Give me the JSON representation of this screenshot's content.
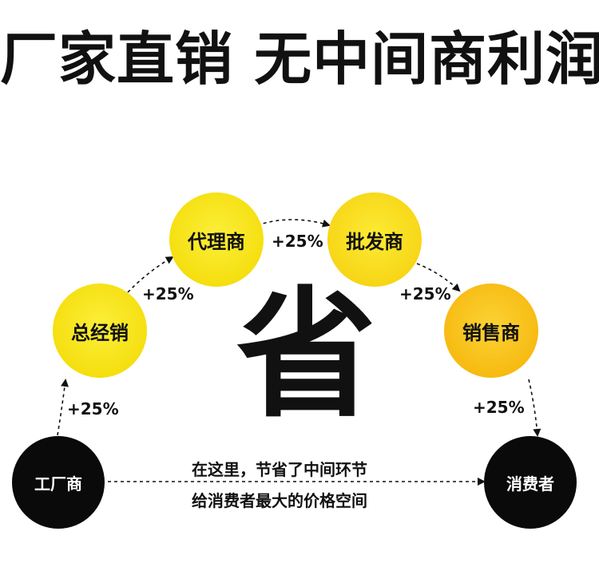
{
  "title": "厂家直销 无中间商利润",
  "center_char": "省",
  "nodes": {
    "factory": "工厂商",
    "general": "总经销",
    "agent": "代理商",
    "wholesaler": "批发商",
    "retailer": "销售商",
    "consumer": "消费者"
  },
  "markups": [
    "+25%",
    "+25%",
    "+25%",
    "+25%",
    "+25%"
  ],
  "note": {
    "line1": "在这里，节省了中间环节",
    "line2": "给消费者最大的价格空间"
  },
  "colors": {
    "accent_yellow": "#f8e81c",
    "accent_orange": "#f6b400",
    "dark": "#0a0a0a"
  }
}
